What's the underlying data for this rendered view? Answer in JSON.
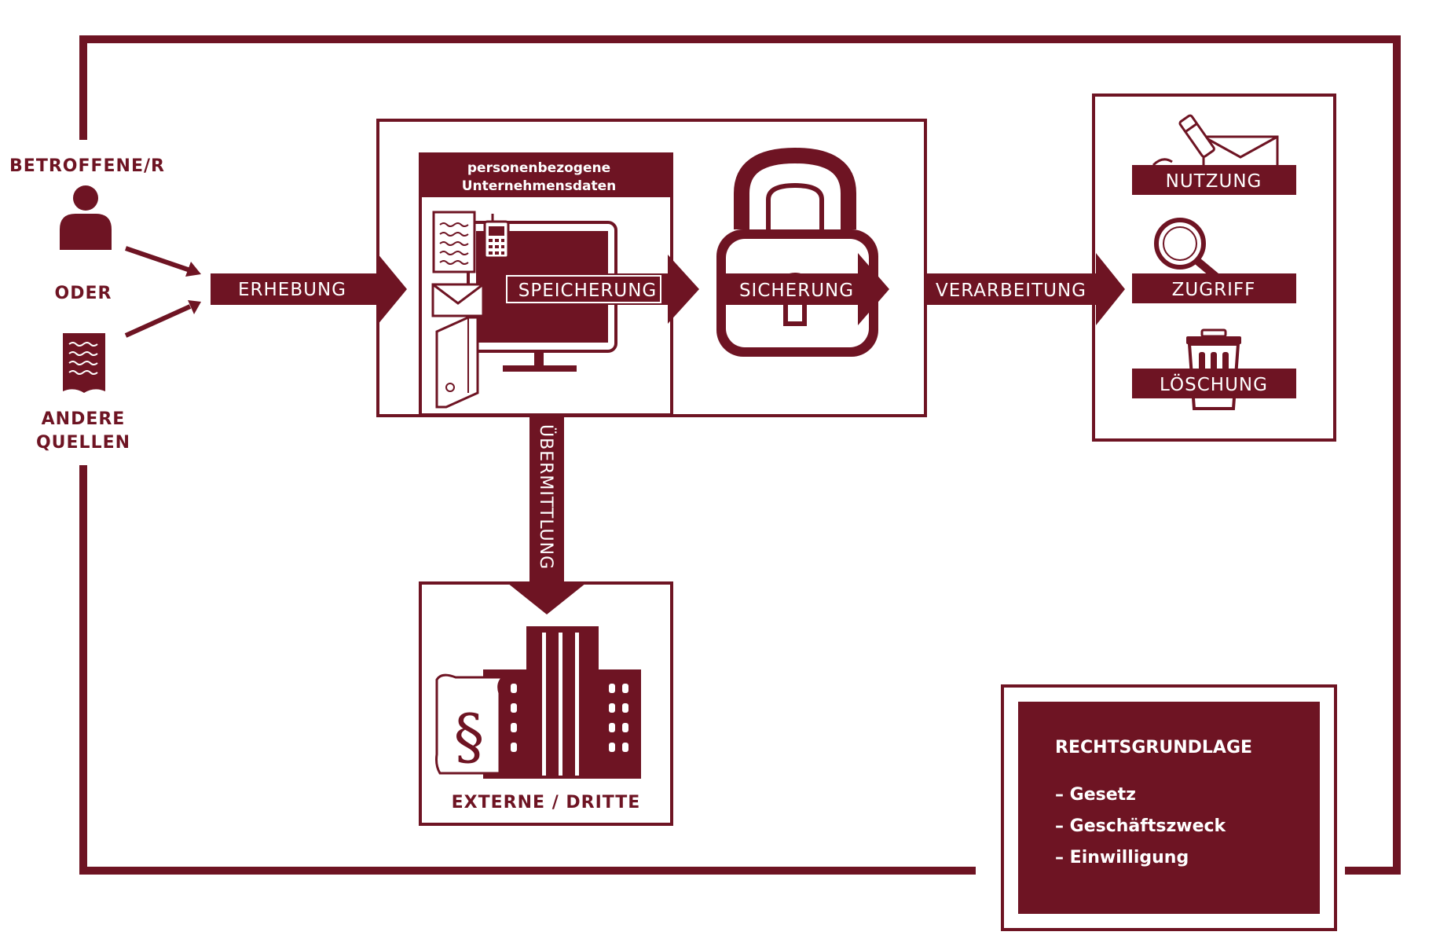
{
  "colors": {
    "primary": "#6e1423",
    "background": "#ffffff",
    "light": "#ffffff"
  },
  "sources": {
    "person_label": "BETROFFENE/R",
    "or_label": "ODER",
    "other_label_line1": "ANDERE",
    "other_label_line2": "QUELLEN",
    "person_icon": "person-icon",
    "document_icon": "document-icon"
  },
  "flow": {
    "erhebung": "ERHEBUNG",
    "speicherung": "SPEICHERUNG",
    "sicherung": "SICHERUNG",
    "verarbeitung": "VERARBEITUNG",
    "uebermittlung": "ÜBERMITTLUNG"
  },
  "data_panel": {
    "title_line1": "personenbezogene",
    "title_line2": "Unternehmensdaten",
    "icons": [
      "document-icon",
      "phone-icon",
      "envelope-icon",
      "binder-icon",
      "monitor-icon"
    ]
  },
  "lock_icon": "padlock-icon",
  "processing": {
    "items": [
      {
        "label": "NUTZUNG",
        "icon": "envelope-pen-icon"
      },
      {
        "label": "ZUGRIFF",
        "icon": "magnifier-icon"
      },
      {
        "label": "LÖSCHUNG",
        "icon": "trash-icon"
      }
    ]
  },
  "external": {
    "label": "EXTERNE / DRITTE",
    "icons": [
      "paragraph-document-icon",
      "building-icon"
    ]
  },
  "legal": {
    "title": "RECHTSGRUNDLAGE",
    "items": [
      "– Gesetz",
      "– Geschäftszweck",
      "– Einwilligung"
    ]
  }
}
